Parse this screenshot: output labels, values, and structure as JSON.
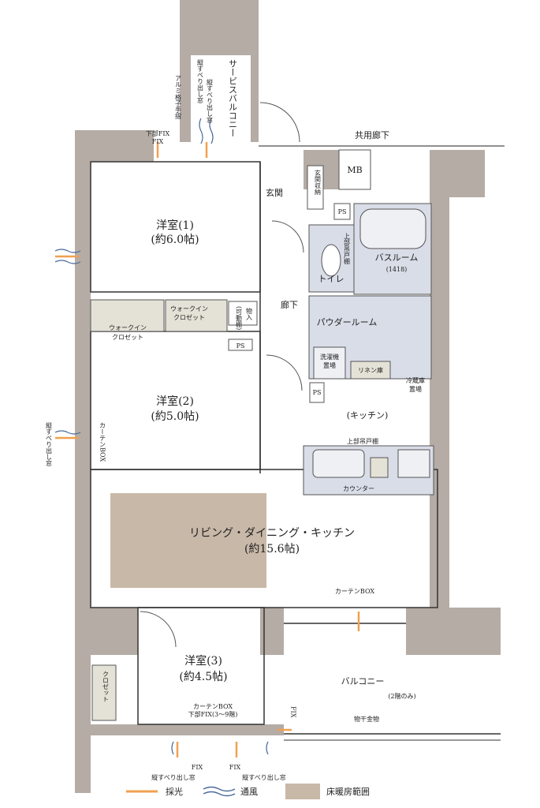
{
  "rooms": {
    "western1": {
      "name": "洋室(1)",
      "size": "(約6.0帖)"
    },
    "western2": {
      "name": "洋室(2)",
      "size": "(約5.0帖)"
    },
    "western3": {
      "name": "洋室(3)",
      "size": "(約4.5帖)"
    },
    "ldk": {
      "name": "リビング・ダイニング・キッチン",
      "size": "(約15.6帖)"
    },
    "kitchen": "(キッチン)",
    "bathroom": {
      "name": "バスルーム",
      "size": "(1418)"
    },
    "toilet": "トイレ",
    "powder": "パウダールーム",
    "entrance": "玄関",
    "hallway": "廊下",
    "balcony": {
      "name": "バルコニー",
      "note": "(2階のみ)"
    },
    "service_balcony": "サービスバルコニー",
    "common_corridor": "共用廊下",
    "mb": "MB"
  },
  "labels": {
    "walkin1": "ウォークイン\nクロゼット",
    "walkin2": "ウォークイン\nクロゼット",
    "storage": "物入",
    "shelf_note": "(可動棚)",
    "entrance_storage": "玄関収納",
    "upper_cabinet": "上部吊戸棚",
    "upper_cabinet_kitchen": "上部吊戸棚",
    "counter": "カウンター",
    "fridge": "冷蔵庫\n置場",
    "washer": "洗濯機\n置場",
    "linen": "リネン庫",
    "ps": "PS",
    "curtain_box": "カーテンBOX",
    "curtain_box_lr": "カーテンBOX",
    "curtain_box_r3": "カーテンBOX",
    "lower_fix_note": "下部FIX(3～9階)",
    "lower_fix": "下部FIX",
    "fix": "FIX",
    "closet": "クロゼット",
    "clothes_hanger": "物干金物",
    "aluminum_rail": "アルミ格子手摺",
    "vert_slide_window": "縦すべり出し窓",
    "vert_slide_window_short": "縦すべり出し窓",
    "vert_slide_window_left": "縦すべり出し窓",
    "vert_slide_window_b1": "縦すべり出し窓",
    "vert_slide_window_b2": "縦すべり出し窓"
  },
  "legend": {
    "light": "採光",
    "wind": "通風",
    "heating": "床暖房範囲"
  },
  "colors": {
    "wall": "#b4aca5",
    "wet_area": "#d9dde8",
    "closet": "#e4e2d6",
    "heating": "#c8b8a7",
    "light_arrow": "#f0a050",
    "wind": "#4a6a9a"
  }
}
